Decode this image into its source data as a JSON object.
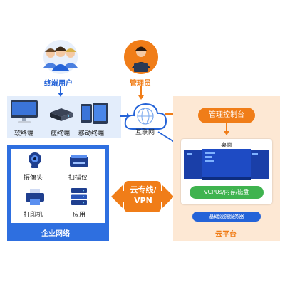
{
  "users": {
    "label": "终端用户",
    "color": "#2463d8"
  },
  "admin": {
    "label": "管理员",
    "color": "#f07d18"
  },
  "devices": {
    "soft": "软终端",
    "thin": "瘦终端",
    "mobile": "移动终端"
  },
  "internet": {
    "label": "互联网"
  },
  "enterprise": {
    "title": "企业网络",
    "camera": "摄像头",
    "scanner": "扫描仪",
    "printer": "打印机",
    "app": "应用"
  },
  "link": {
    "line1": "云专线/",
    "line2": "VPN"
  },
  "cloud": {
    "title": "云平台",
    "console": "管理控制台",
    "desktop": "桌面",
    "resources": "vCPUs/内存/磁盘",
    "infra": "基础设施服务器"
  },
  "colors": {
    "blue": "#2463d8",
    "light_blue": "#e3edfb",
    "orange": "#f07d18",
    "light_orange": "#fde8d4",
    "green": "#3fb34f"
  }
}
